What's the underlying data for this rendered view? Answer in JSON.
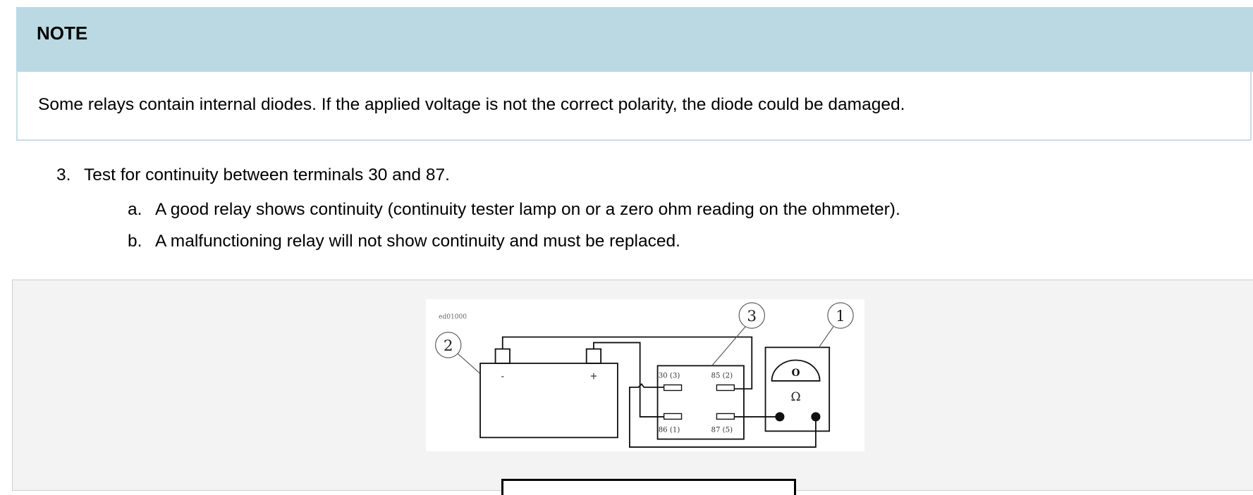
{
  "note": {
    "title": "NOTE",
    "text": "Some relays contain internal diodes. If the applied voltage is not the correct polarity, the diode could be damaged."
  },
  "steps": {
    "main": {
      "marker": "3.",
      "text": "Test for continuity between terminals 30 and 87."
    },
    "sub": [
      {
        "marker": "a.",
        "text": "A good relay shows continuity (continuity tester lamp on or a zero ohm reading on the ohmmeter)."
      },
      {
        "marker": "b.",
        "text": "A malfunctioning relay will not show continuity and must be replaced."
      }
    ]
  },
  "figure": {
    "image_id": "ed01000",
    "callouts": [
      "1",
      "2",
      "3"
    ],
    "battery_minus": "-",
    "battery_plus": "+",
    "relay_labels": [
      "30 (3)",
      "85 (2)",
      "86 (1)",
      "87 (5)"
    ],
    "meter_dial": "O",
    "meter_symbol": "Ω"
  },
  "colors": {
    "note_header": "#bbd9e2",
    "note_border": "#c7dde5",
    "figure_bg": "#f3f3f3"
  }
}
